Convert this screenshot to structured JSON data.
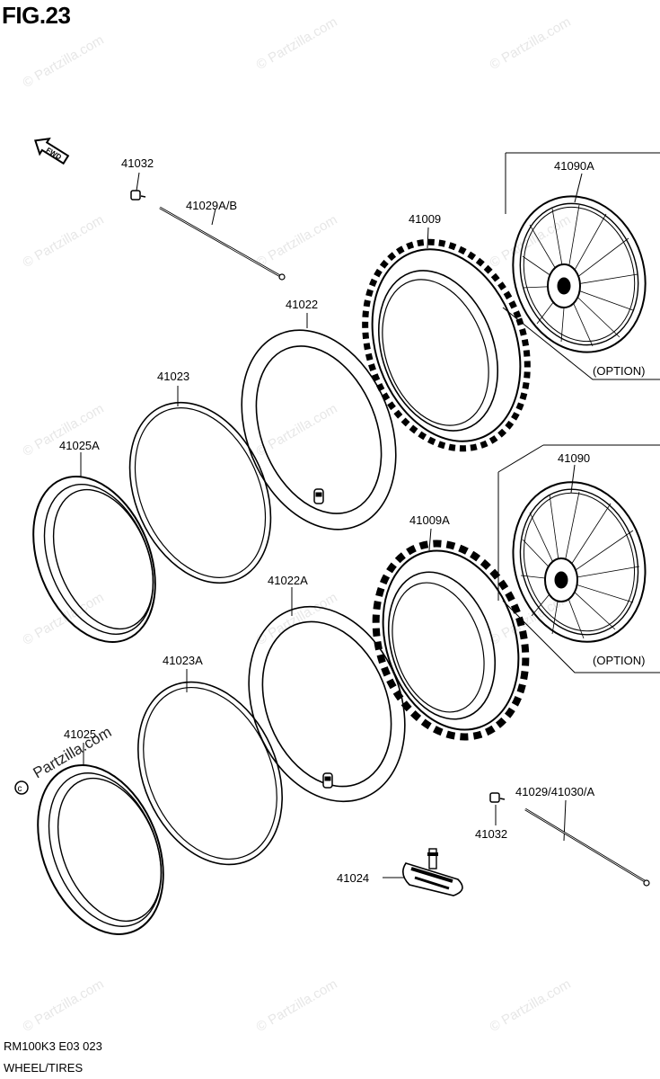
{
  "figure": {
    "title": "FIG.23",
    "fwd_label": "FWD",
    "model_code": "RM100K3 E03  023",
    "section_title": "WHEEL/TIRES"
  },
  "watermark": {
    "text": "© Partzilla.com",
    "strong_text": "© Partzilla.com"
  },
  "parts": {
    "p41032_top": "41032",
    "p41029AB": "41029A/B",
    "p41022": "41022",
    "p41009": "41009",
    "p41090A": "41090A",
    "option_top": "(OPTION)",
    "p41023": "41023",
    "p41025A": "41025A",
    "p41090": "41090",
    "p41009A": "41009A",
    "option_bottom": "(OPTION)",
    "p41022A": "41022A",
    "p41023A": "41023A",
    "p41025": "41025",
    "p41029_41030A": "41029/41030/A",
    "p41032_bottom": "41032",
    "p41024": "41024"
  }
}
